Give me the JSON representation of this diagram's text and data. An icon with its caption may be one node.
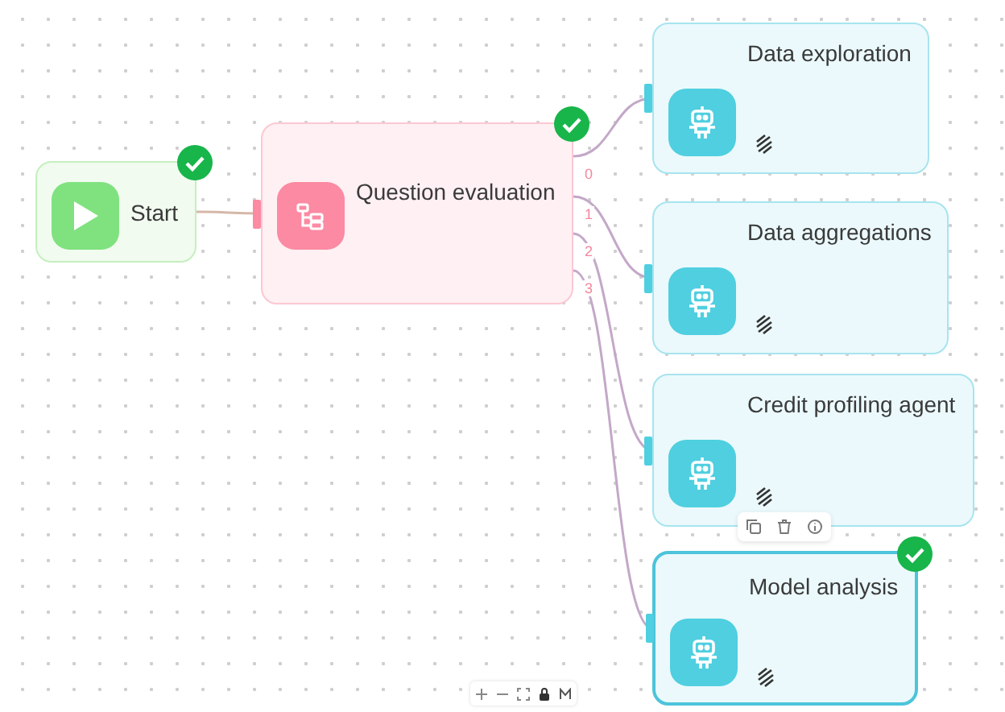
{
  "diagram": {
    "nodes": [
      {
        "text": [
          "Start"
        ]
      },
      {
        "text": [
          "Question evaluation"
        ]
      },
      {
        "text": [
          "Data exploration"
        ]
      },
      {
        "text": [
          "Data aggregations"
        ]
      },
      {
        "text": [
          "Credit profiling agent"
        ]
      },
      {
        "text": [
          "Model analysis"
        ]
      }
    ],
    "edges": [
      {
        "from": 0,
        "to": 1,
        "arrow": "none"
      },
      {
        "from": 1,
        "to": 2,
        "arrow": "none",
        "label": "0"
      },
      {
        "from": 1,
        "to": 3,
        "arrow": "none",
        "label": "1"
      },
      {
        "from": 1,
        "to": 4,
        "arrow": "none",
        "label": "2"
      },
      {
        "from": 1,
        "to": 5,
        "arrow": "none",
        "label": "3"
      }
    ]
  }
}
